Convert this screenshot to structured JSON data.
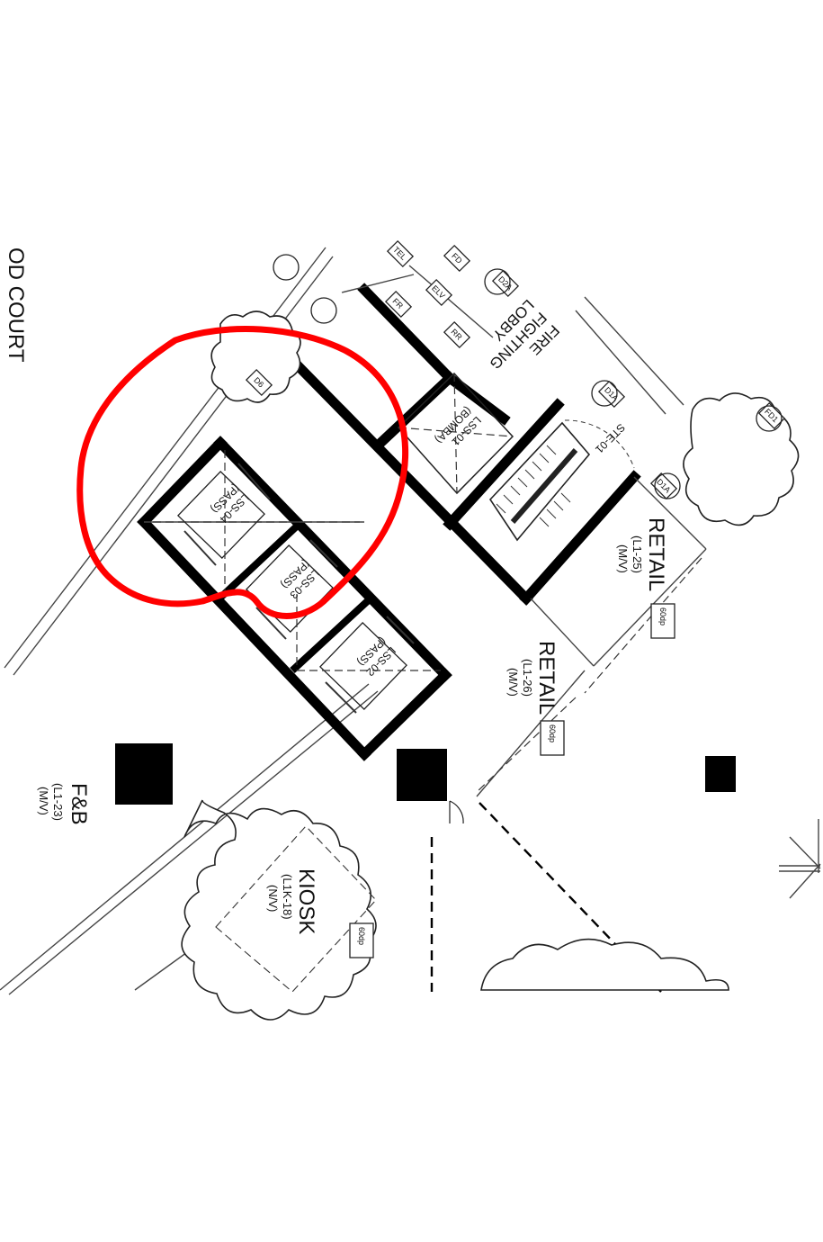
{
  "labels": {
    "od_court": "OD COURT",
    "fire_fighting_1": "FIRE",
    "fire_fighting_2": "FIGHTING",
    "fire_fighting_3": "LOBBY",
    "ste01": "STE-01",
    "lss01_a": "LSS-01",
    "lss01_b": "(BOMBA)",
    "lss04_a": "LSS-04",
    "lss04_b": "(PASS)",
    "lss03_a": "LSS-03",
    "lss03_b": "(PASS)",
    "lss02_a": "LSS-02",
    "lss02_b": "(PASS)",
    "retail1_name": "RETAIL",
    "retail1_code": "(L1-25)",
    "retail1_tag": "(M/V)",
    "retail2_name": "RETAIL",
    "retail2_code": "(L1-26)",
    "retail2_tag": "(M/V)",
    "fb_name": "F&B",
    "fb_code": "(L1-23)",
    "fb_tag": "(M/V)",
    "kiosk_name": "KIOSK",
    "kiosk_code": "(L1K-18)",
    "kiosk_tag": "(N/V)",
    "db1": "60dp",
    "db2": "60dp",
    "db3": "60dp"
  },
  "tags": {
    "t1": "TEL",
    "t2": "FR",
    "t3": "ELV",
    "t4": "RR",
    "t5": "FD",
    "t6": "D2A",
    "t7": "D1A",
    "t8": "D1A",
    "t9": "FD1",
    "t10": "D6"
  },
  "colors": {
    "annotation": "#ff0000",
    "ink": "#000000"
  }
}
